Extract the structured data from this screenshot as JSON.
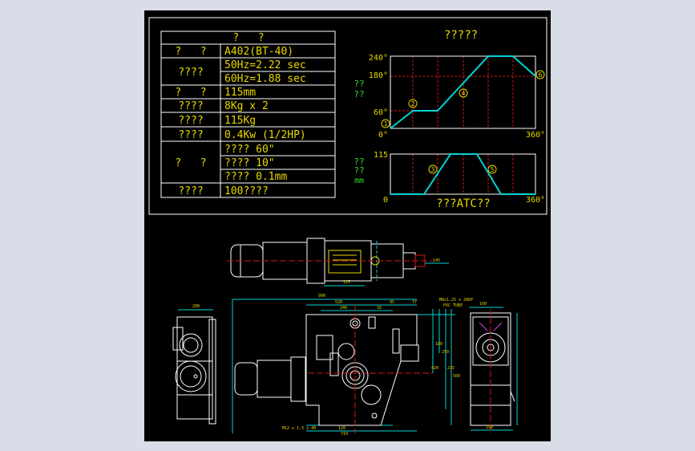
{
  "table": {
    "header": "?   ?",
    "rows": [
      {
        "label": "?   ?",
        "values": [
          "A402(BT-40)"
        ]
      },
      {
        "label": "????",
        "values": [
          "50Hz=2.22 sec",
          "60Hz=1.88 sec"
        ]
      },
      {
        "label": "?   ?",
        "values": [
          "115mm"
        ]
      },
      {
        "label": "????",
        "values": [
          "8Kg x 2"
        ]
      },
      {
        "label": "????",
        "values": [
          "115Kg"
        ]
      },
      {
        "label": "????",
        "values": [
          "0.4Kw (1/2HP)"
        ]
      },
      {
        "label": "?   ?",
        "values": [
          "???? 60\"",
          "???? 10\"",
          "???? 0.1mm"
        ]
      },
      {
        "label": "????",
        "values": [
          "100????"
        ]
      }
    ]
  },
  "timing_chart": {
    "title": "?????",
    "bottom_caption": "???ATC??",
    "upper": {
      "ylabel_lines": [
        "??",
        "??"
      ],
      "y_ticks": [
        "240°",
        "180°",
        "60°",
        "0°"
      ],
      "x_end_label": "360°",
      "step_labels": [
        "1",
        "2",
        "4",
        "6"
      ]
    },
    "lower": {
      "ylabel_lines": [
        "??",
        "??",
        "mm"
      ],
      "y_ticks": [
        "115",
        "0"
      ],
      "x_end_label": "360°",
      "step_labels": [
        "3",
        "5"
      ]
    }
  },
  "drawing": {
    "dims": [
      "990",
      "520",
      "240",
      "32",
      "95",
      "77",
      "180",
      "250",
      "225",
      "420",
      "120",
      "710",
      "560",
      "200",
      "160",
      "150",
      "115",
      "145"
    ],
    "notes": [
      "M8x1.25 x 20DP",
      "PVC TUBE",
      "M12 x 1.5 x 40"
    ]
  },
  "colors": {
    "background": "#000000",
    "frame": "#ffffff",
    "text": "#e8d800",
    "axis_text": "#2edc2e",
    "trace": "#00d4d4",
    "grid": "#d01818",
    "outline": "#ffffff"
  }
}
